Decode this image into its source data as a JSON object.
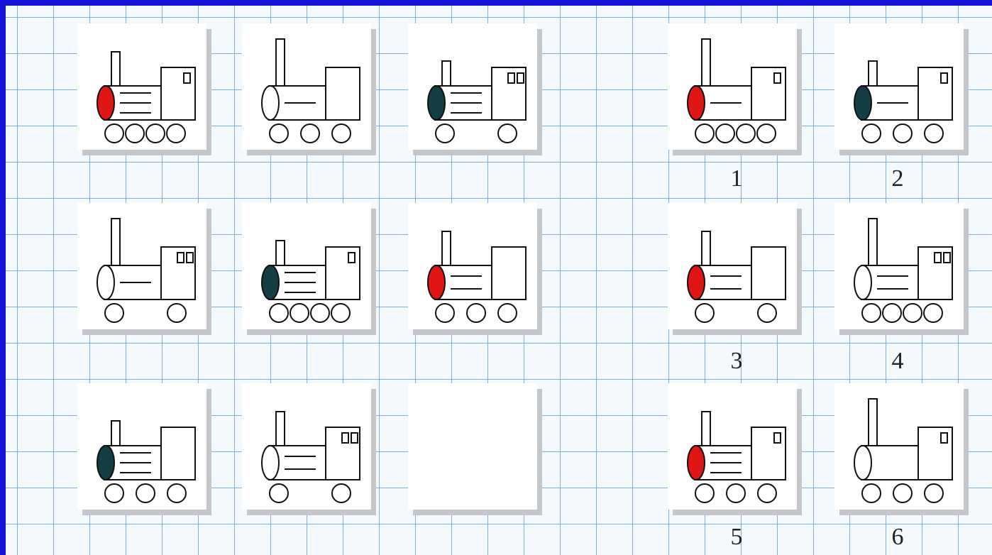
{
  "colors": {
    "frame": "#1414d8",
    "red": "#e01616",
    "teal": "#123e44",
    "white": "#ffffff",
    "shadow": "#c4c6ca",
    "grid": "#70a2cd"
  },
  "matrix": {
    "cells": [
      {
        "front": "red",
        "chimney": "short",
        "lines": 3,
        "windows": 1,
        "wheels": 4
      },
      {
        "front": "white",
        "chimney": "tall",
        "lines": 1,
        "windows": 0,
        "wheels": 3
      },
      {
        "front": "teal",
        "chimney": "stub",
        "lines": 3,
        "windows": 2,
        "wheels": 2
      },
      {
        "front": "white",
        "chimney": "tall",
        "lines": 1,
        "windows": 2,
        "wheels": 2
      },
      {
        "front": "teal",
        "chimney": "stub",
        "lines": 3,
        "windows": 1,
        "wheels": 4
      },
      {
        "front": "red",
        "chimney": "short",
        "lines": 2,
        "windows": 0,
        "wheels": 3
      },
      {
        "front": "teal",
        "chimney": "stub",
        "lines": 3,
        "windows": 0,
        "wheels": 3
      },
      {
        "front": "white",
        "chimney": "short",
        "lines": 2,
        "windows": 2,
        "wheels": 2
      },
      null
    ]
  },
  "options": [
    {
      "label": "1",
      "train": {
        "front": "red",
        "chimney": "tall",
        "lines": 1,
        "windows": 1,
        "wheels": 4
      }
    },
    {
      "label": "2",
      "train": {
        "front": "teal",
        "chimney": "stub",
        "lines": 1,
        "windows": 1,
        "wheels": 3
      }
    },
    {
      "label": "3",
      "train": {
        "front": "red",
        "chimney": "short",
        "lines": 2,
        "windows": 0,
        "wheels": 2
      }
    },
    {
      "label": "4",
      "train": {
        "front": "white",
        "chimney": "tall",
        "lines": 2,
        "windows": 2,
        "wheels": 4
      }
    },
    {
      "label": "5",
      "train": {
        "front": "red",
        "chimney": "short",
        "lines": 3,
        "windows": 1,
        "wheels": 3
      }
    },
    {
      "label": "6",
      "train": {
        "front": "white",
        "chimney": "tall",
        "lines": 0,
        "windows": 1,
        "wheels": 3
      }
    }
  ]
}
